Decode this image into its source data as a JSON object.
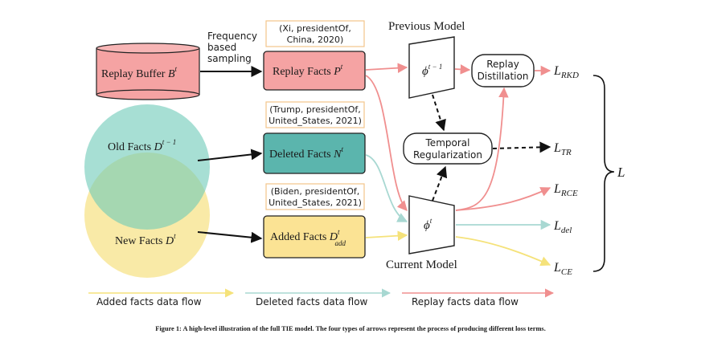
{
  "nodes": {
    "replay_buffer": {
      "label": "Replay Buffer ",
      "symbol": "B",
      "sup": "t"
    },
    "sampling_note": [
      "Frequency",
      "based",
      "sampling"
    ],
    "replay_example": [
      "(Xi, presidentOf,",
      "China, 2020)"
    ],
    "replay_facts": {
      "label": "Replay Facts ",
      "symbol": "P",
      "sup": "t"
    },
    "deleted_example": [
      "(Trump, presidentOf,",
      "United_States, 2021)"
    ],
    "deleted_facts": {
      "label": "Deleted Facts ",
      "symbol": "N",
      "sup": "t"
    },
    "added_example": [
      "(Biden, presidentOf,",
      "United_States, 2021)"
    ],
    "added_facts": {
      "label": "Added Facts ",
      "symbol": "D",
      "sup": "t",
      "sub": "add"
    },
    "old_facts": {
      "label": "Old Facts ",
      "symbol": "D",
      "sup": "t − 1"
    },
    "new_facts": {
      "label": "New Facts ",
      "symbol": "D",
      "sup": "t"
    },
    "previous_model": {
      "title": "Previous Model",
      "symbol": "ϕ",
      "sup": "t − 1"
    },
    "current_model": {
      "title": "Current Model",
      "symbol": "ϕ",
      "sup": "t"
    },
    "replay_distillation": [
      "Replay",
      "Distillation"
    ],
    "temporal_regularization": [
      "Temporal",
      "Regularization"
    ]
  },
  "losses": [
    {
      "symbol": "L",
      "sub": "RKD"
    },
    {
      "symbol": "L",
      "sub": "TR"
    },
    {
      "symbol": "L",
      "sub": "RCE"
    },
    {
      "symbol": "L",
      "sub": "del"
    },
    {
      "symbol": "L",
      "sub": "CE"
    }
  ],
  "total_loss": "L",
  "legend": [
    {
      "label": "Added facts data flow",
      "color": "#f5e27a"
    },
    {
      "label": "Deleted facts data flow",
      "color": "#a8d8d2"
    },
    {
      "label": "Replay facts data flow",
      "color": "#f4a7a7"
    }
  ],
  "caption": "Figure 1: A high-level illustration of the full TIE model. The four types of arrows represent the process of producing different loss terms.",
  "colors": {
    "replay": "#f08f8f",
    "replay_fill": "#f5a3a3",
    "deleted_fill": "#5bb5ad",
    "added_fill": "#fbe394",
    "old_circle": "#6cc9b8",
    "new_circle": "#f7e38a",
    "example_border": "#f3c58a"
  }
}
